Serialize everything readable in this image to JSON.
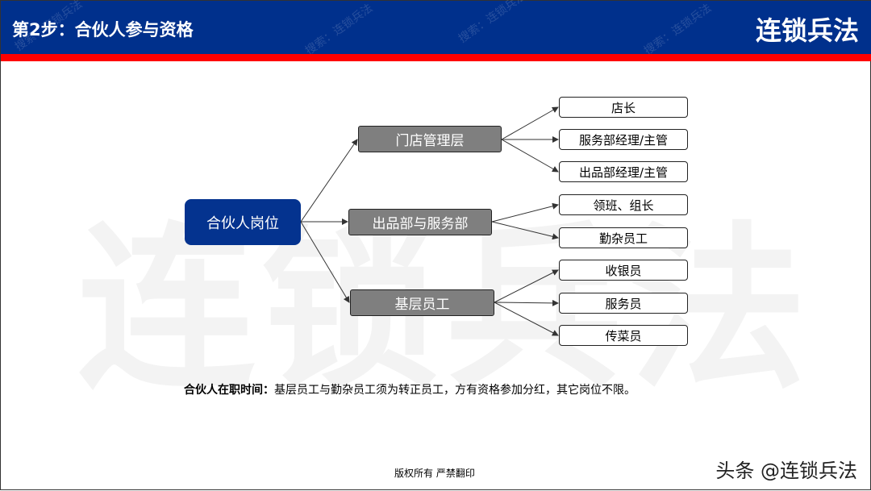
{
  "header": {
    "title": "第2步：合伙人参与资格",
    "brand": "连锁兵法",
    "watermark": "搜索：连锁兵法"
  },
  "watermark_big": "连锁兵法",
  "diagram": {
    "root": "合伙人岗位",
    "groups": [
      {
        "label": "门店管理层",
        "children": [
          "店长",
          "服务部经理/主管",
          "出品部经理/主管"
        ]
      },
      {
        "label": "出品部与服务部",
        "children": [
          "领班、组长",
          "勤杂员工"
        ]
      },
      {
        "label": "基层员工",
        "children": [
          "收银员",
          "服务员",
          "传菜员"
        ]
      }
    ]
  },
  "note": {
    "label": "合伙人在职时间：",
    "text": "基层员工与勤杂员工须为转正员工，方有资格参加分红，其它岗位不限。"
  },
  "footer": {
    "copyright": "版权所有 严禁翻印",
    "source": "头条 @连锁兵法"
  },
  "colors": {
    "header": "#00308c",
    "stripe": "#ff0000",
    "root": "#04338f",
    "group": "#7f7f7f"
  }
}
